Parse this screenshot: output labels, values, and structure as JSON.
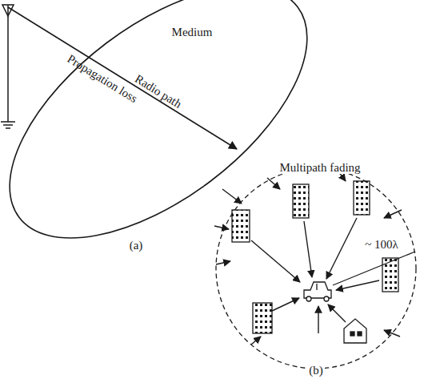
{
  "diagram": {
    "nodes": [
      {
        "text": [
          "Medium",
          "Radio path",
          "Propagation loss"
        ]
      },
      {
        "text": [
          "Multipath fading",
          "~ 100λ"
        ]
      }
    ],
    "labels": [
      "(a)",
      "(b)"
    ]
  }
}
